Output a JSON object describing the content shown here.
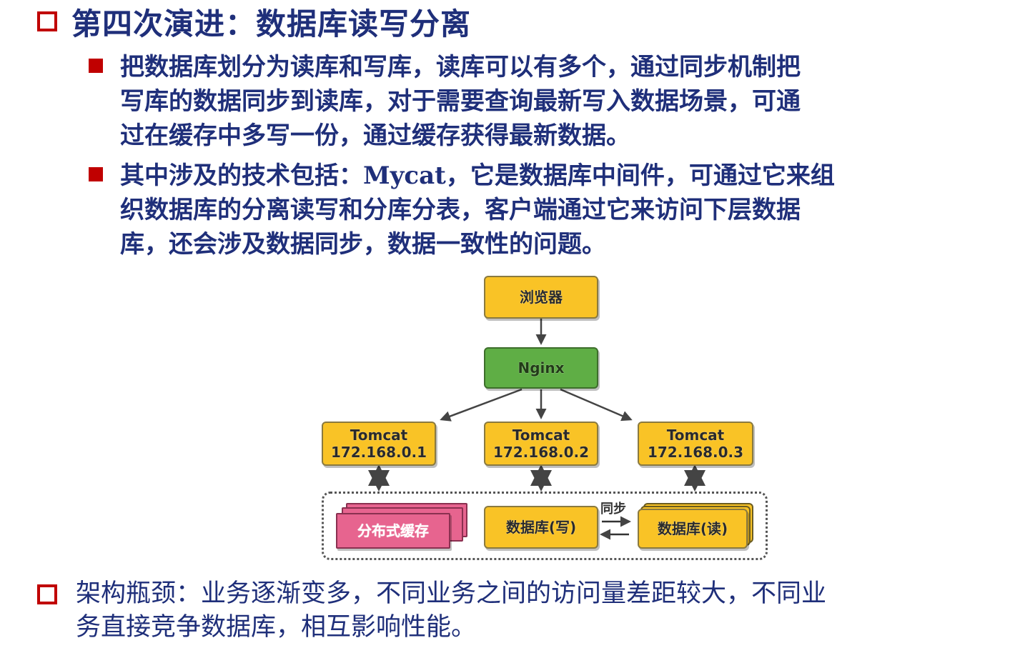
{
  "heading": "第四次演进：数据库读写分离",
  "bullets": [
    {
      "lines": [
        "把数据库划分为读库和写库，读库可以有多个，通过同步机制把",
        "写库的数据同步到读库，对于需要查询最新写入数据场景，可通",
        "过在缓存中多写一份，通过缓存获得最新数据。"
      ]
    },
    {
      "line1_pre": "其中涉及的技术包括：",
      "line1_latin": "Mycat",
      "line1_post": "，它是数据库中间件，可通过它来组",
      "lines_rest": [
        "织数据库的分离读写和分库分表，客户端通过它来访问下层数据",
        "库，还会涉及数据同步，数据一致性的问题。"
      ]
    }
  ],
  "diagram": {
    "browser": "浏览器",
    "nginx": "Nginx",
    "tomcats": [
      {
        "name": "Tomcat",
        "ip": "172.168.0.1"
      },
      {
        "name": "Tomcat",
        "ip": "172.168.0.2"
      },
      {
        "name": "Tomcat",
        "ip": "172.168.0.3"
      }
    ],
    "cache": "分布式缓存",
    "db_write": "数据库(写)",
    "db_read": "数据库(读)",
    "sync": "同步",
    "colors": {
      "yellow": "#f9c326",
      "green": "#5fae45",
      "pink": "#e7648f"
    }
  },
  "bottom": {
    "lines": [
      "架构瓶颈：业务逐渐变多，不同业务之间的访问量差距较大，不同业",
      "务直接竞争数据库，相互影响性能。"
    ]
  },
  "colors": {
    "title_text": "#1f2f7a",
    "bullet_red": "#c00000"
  }
}
